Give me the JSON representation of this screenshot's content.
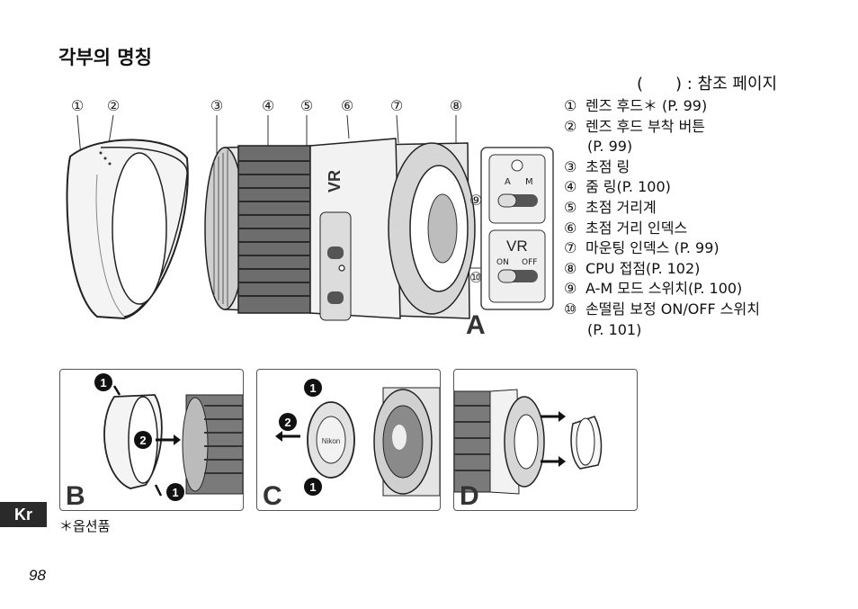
{
  "title": "각부의 명칭",
  "reference_note": "(　　) : 참조 페이지",
  "callouts": [
    "①",
    "②",
    "③",
    "④",
    "⑤",
    "⑥",
    "⑦",
    "⑧",
    "⑨",
    "⑩"
  ],
  "parts": [
    {
      "num": "①",
      "label": "렌즈 후드＊ (P. 99)"
    },
    {
      "num": "②",
      "label": "렌즈 후드 부착 버튼"
    },
    {
      "num": "",
      "label": "(P. 99)"
    },
    {
      "num": "③",
      "label": "초점 링"
    },
    {
      "num": "④",
      "label": "줌 링(P. 100)"
    },
    {
      "num": "⑤",
      "label": "초점 거리계"
    },
    {
      "num": "⑥",
      "label": "초점 거리 인덱스"
    },
    {
      "num": "⑦",
      "label": "마운팅 인덱스 (P. 99)"
    },
    {
      "num": "⑧",
      "label": "CPU 접점(P. 102)"
    },
    {
      "num": "⑨",
      "label": "A-M 모드 스위치(P. 100)"
    },
    {
      "num": "⑩",
      "label": "손떨림 보정 ON/OFF 스위치"
    },
    {
      "num": "",
      "label": "(P. 101)"
    }
  ],
  "switch_labels": {
    "a": "A",
    "m": "M",
    "vr": "VR",
    "on": "ON",
    "off": "OFF"
  },
  "lens_text": {
    "brand": "Nikon",
    "vr": "VR"
  },
  "figure_letters": {
    "a": "A",
    "b": "B",
    "c": "C",
    "d": "D"
  },
  "step_numbers": {
    "one": "1",
    "two": "2"
  },
  "language_badge": "Kr",
  "footnote": "＊옵션품",
  "page_number": "98"
}
